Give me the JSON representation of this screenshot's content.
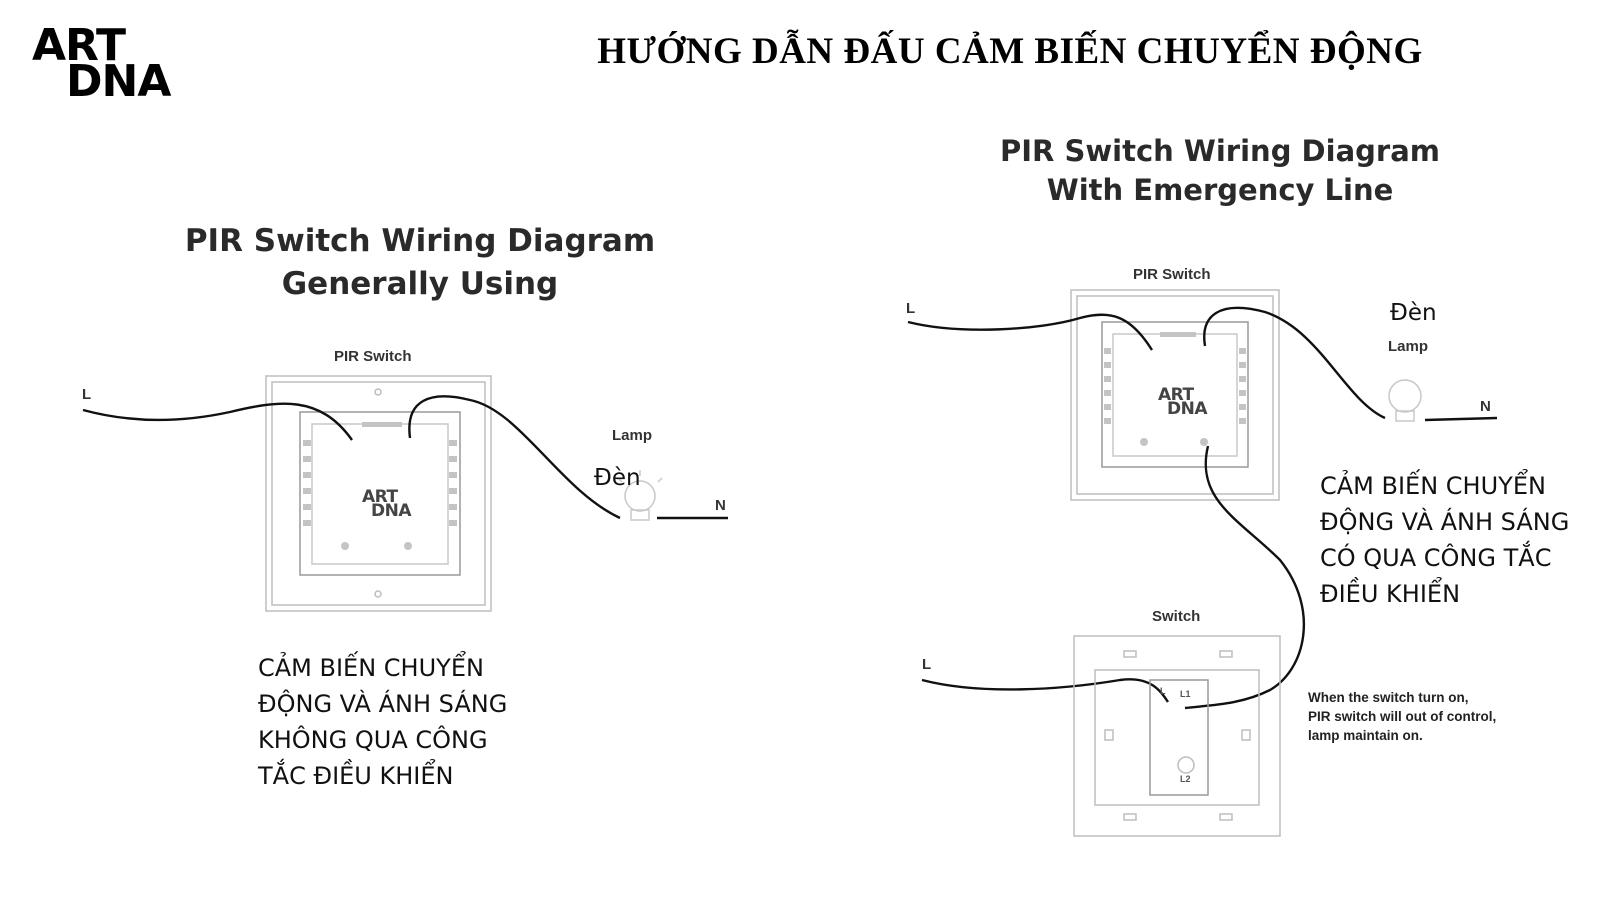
{
  "logo": {
    "line1": "ART",
    "line2": "DNA"
  },
  "page_title": "HƯỚNG DẪN ĐẤU CẢM BIẾN CHUYỂN ĐỘNG",
  "diagram_left": {
    "title_line1": "PIR Switch Wiring Diagram",
    "title_line2": "Generally Using",
    "pir_label": "PIR Switch",
    "l_label": "L",
    "n_label": "N",
    "lamp_label": "Lamp",
    "den_label": "Đèn",
    "brand_line1": "ART",
    "brand_line2": "DNA",
    "caption_lines": [
      "CẢM BIẾN CHUYỂN",
      "ĐỘNG VÀ ÁNH SÁNG",
      "KHÔNG QUA CÔNG",
      "TẮC ĐIỀU KHIỂN"
    ]
  },
  "diagram_right": {
    "title_line1": "PIR Switch Wiring Diagram",
    "title_line2": "With Emergency Line",
    "pir_label": "PIR Switch",
    "l_label": "L",
    "l2_label": "L",
    "n_label": "N",
    "lamp_label": "Lamp",
    "den_label": "Đèn",
    "switch_label": "Switch",
    "l_terminal": "L",
    "l1_terminal": "L1",
    "l2_terminal": "L2",
    "brand_line1": "ART",
    "brand_line2": "DNA",
    "caption_lines": [
      "CẢM BIẾN CHUYỂN",
      "ĐỘNG VÀ ÁNH SÁNG",
      "CÓ QUA CÔNG TẮC",
      "ĐIỀU KHIỂN"
    ],
    "note_lines": [
      "When the switch turn on,",
      "PIR switch will out of control,",
      "lamp maintain on."
    ]
  }
}
